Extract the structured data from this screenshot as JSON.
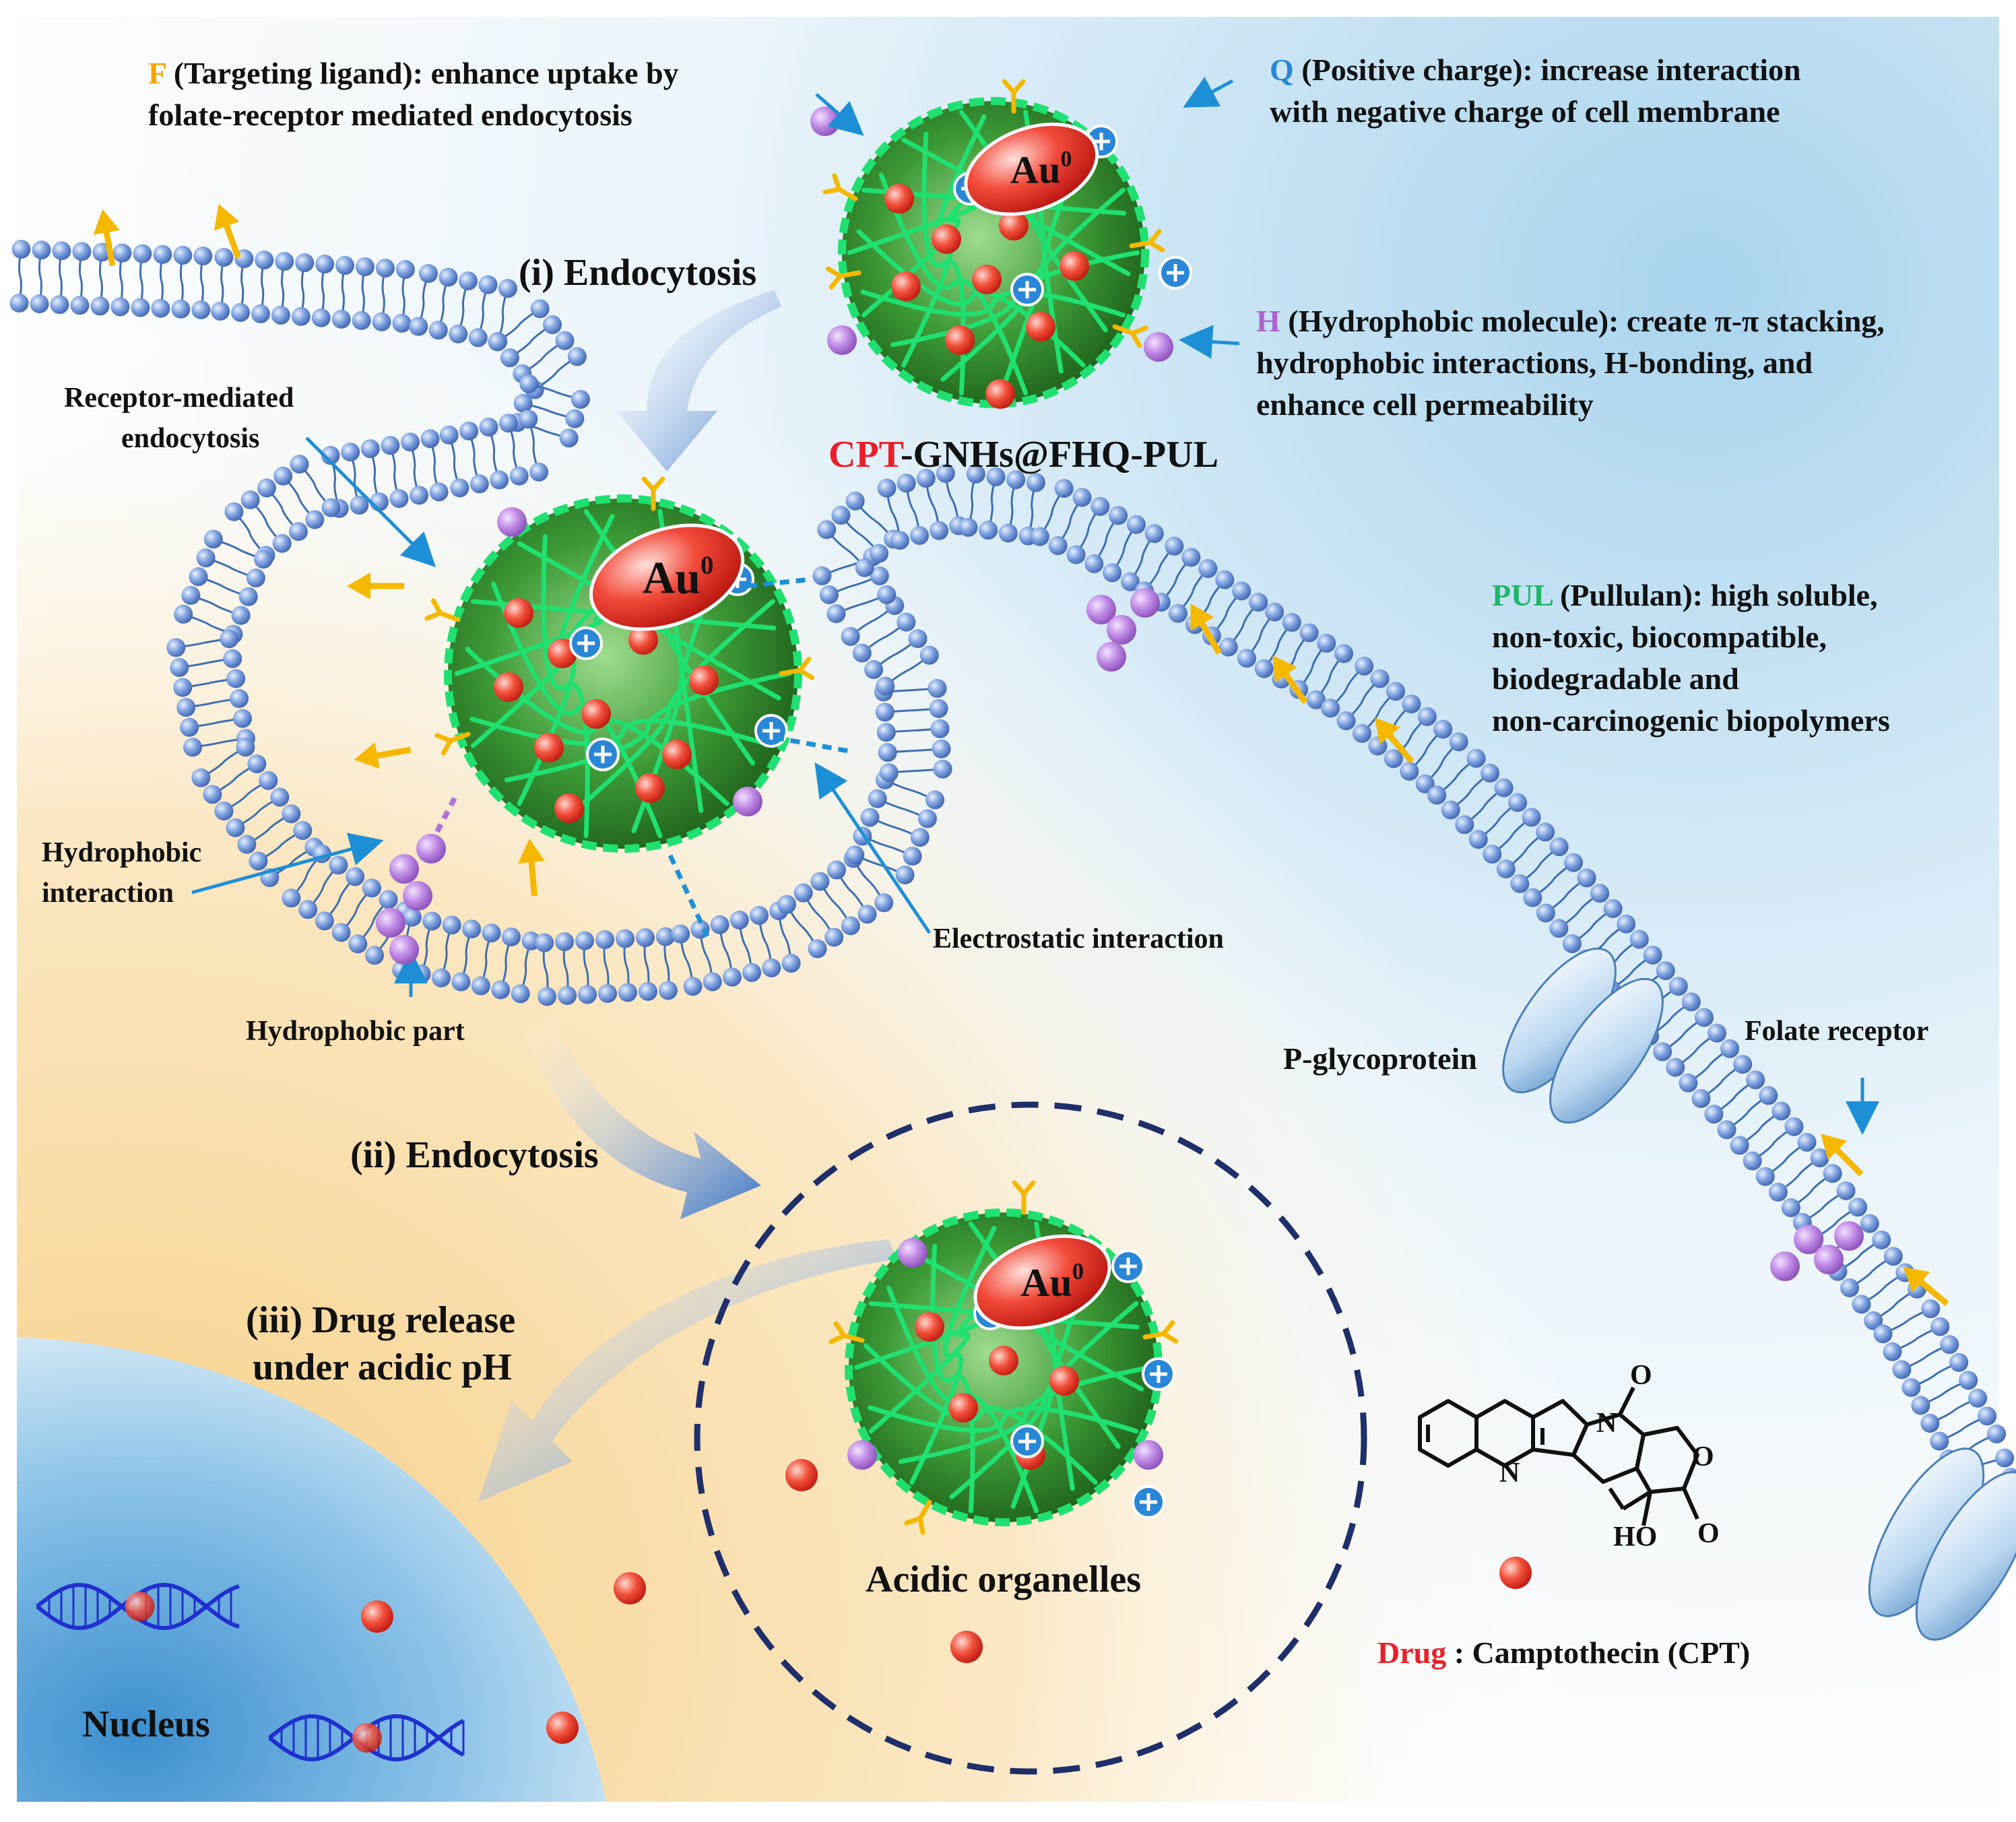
{
  "features": {
    "F": {
      "key": "F",
      "text": " (Targeting ligand): enhance uptake by",
      "line2": "folate-receptor mediated endocytosis",
      "color": "#f5a400"
    },
    "Q": {
      "key": "Q",
      "text": " (Positive charge): increase interaction",
      "line2": "with negative charge of cell membrane",
      "color": "#2a86d6"
    },
    "H": {
      "key": "H",
      "text": " (Hydrophobic molecule): create π-π stacking,",
      "line2": "hydrophobic interactions, H-bonding, and",
      "line3": "enhance cell permeability",
      "color": "#b060d0"
    },
    "PUL": {
      "key": "PUL",
      "text": " (Pullulan): high soluble,",
      "line2": "non-toxic, biocompatible,",
      "line3": "biodegradable and",
      "line4": "non-carcinogenic biopolymers",
      "color": "#1fb56a"
    }
  },
  "particle": {
    "core_label": "Au",
    "core_sup": "0",
    "name_red": "CPT",
    "name_rest": "-GNHs@FHQ-PUL"
  },
  "steps": {
    "step1": "(i) Endocytosis",
    "step2": "(ii) Endocytosis",
    "step3_line1": "(iii) Drug release",
    "step3_line2": "under acidic pH"
  },
  "labels": {
    "receptor_mediated_1": "Receptor-mediated",
    "receptor_mediated_2": "endocytosis",
    "hydrophobic_interaction_1": "Hydrophobic",
    "hydrophobic_interaction_2": "interaction",
    "hydrophobic_part": "Hydrophobic part",
    "electrostatic": "Electrostatic interaction",
    "pgp": "P-glycoprotein",
    "folate_receptor": "Folate receptor",
    "acidic_organelles": "Acidic organelles",
    "nucleus": "Nucleus",
    "drug_red": "Drug",
    "drug_rest": " : Camptothecin (CPT)",
    "ho": "HO",
    "n": "N",
    "o": "O"
  },
  "colors": {
    "membrane_bead": "#6f96d6",
    "gold_particle": "#e8202a",
    "polymer_green": "#1fe070",
    "particle_body": "#2f8a2a",
    "ligand_orange": "#f5b800",
    "charge_blue": "#2a86d6",
    "hydrophobic_purple": "#b070d8",
    "dna_blue": "#2030d0"
  },
  "icons": [
    "targeting-ligand-icon",
    "positive-charge-icon",
    "hydrophobic-molecule-icon",
    "drug-molecule-icon",
    "dna-icon"
  ]
}
